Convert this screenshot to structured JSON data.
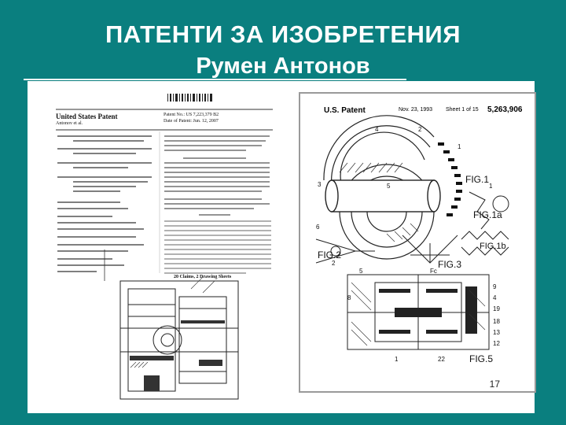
{
  "slide": {
    "title": "ПАТЕНТИ ЗА ИЗОБРЕТЕНИЯ",
    "subtitle": "Румен Антонов",
    "page_number": "17"
  },
  "left_page": {
    "header": "United States Patent",
    "inventor": "Antonov et al.",
    "patent_no": "Patent No.: US 7,223,379 B2",
    "patent_date": "Date of Patent: Jun. 12, 2007",
    "claims": "20 Claims, 2 Drawing Sheets"
  },
  "right_page": {
    "header": "U.S. Patent",
    "date": "Nov. 23, 1993",
    "sheet": "Sheet 1 of 15",
    "number": "5,263,906",
    "figures": [
      "FIG.1",
      "FIG.1a",
      "FIG.1b",
      "FIG.2",
      "FIG.3",
      "FIG.5"
    ]
  },
  "colors": {
    "background": "#0a7f7f",
    "title_text": "#ffffff"
  }
}
